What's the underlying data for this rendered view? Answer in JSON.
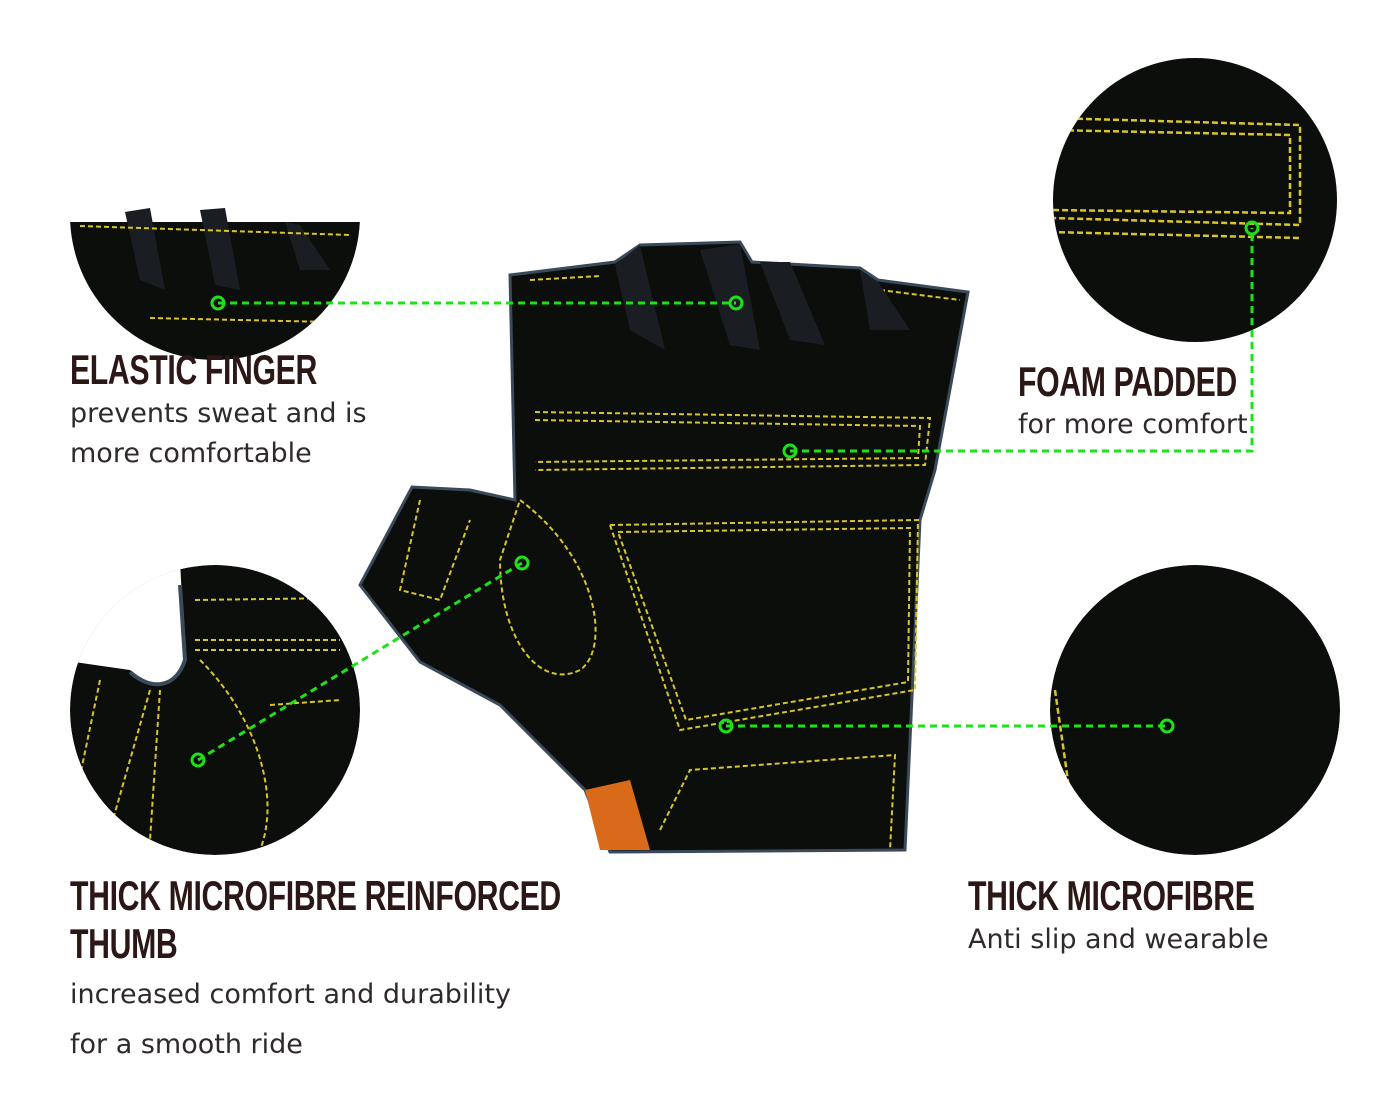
{
  "colors": {
    "callout_line": "#1fe01a",
    "glove": "#0b0e0b",
    "stitch": "#d7c52a",
    "title_text": "#2b1716"
  },
  "features": [
    {
      "title": "ELASTIC FINGER",
      "lines": [
        "prevents sweat and is",
        "more comfortable"
      ]
    },
    {
      "title": "FOAM PADDED",
      "lines": [
        "for more comfort"
      ]
    },
    {
      "title_lines": [
        "THICK MICROFIBRE REINFORCED",
        "THUMB"
      ],
      "lines": [
        "increased comfort and durability",
        "for a smooth ride"
      ]
    },
    {
      "title": "THICK MICROFIBRE",
      "lines": [
        "Anti slip and wearable"
      ]
    }
  ]
}
